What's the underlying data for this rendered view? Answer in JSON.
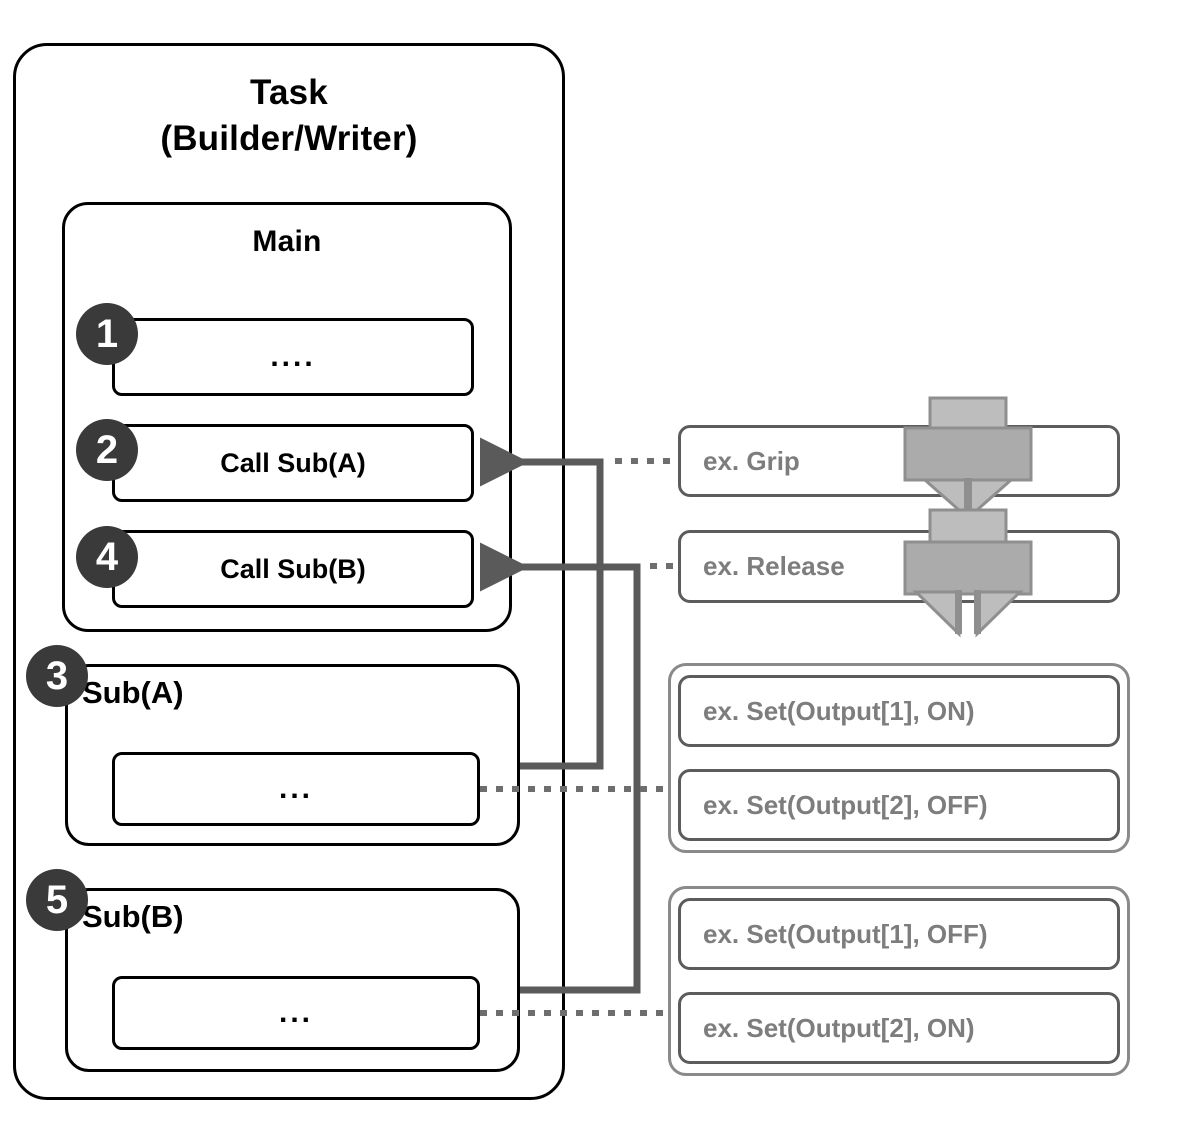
{
  "task": {
    "title_line1": "Task",
    "title_line2": "(Builder/Writer)"
  },
  "main": {
    "title": "Main",
    "steps": [
      {
        "badge": "1",
        "label": "...."
      },
      {
        "badge": "2",
        "label": "Call Sub(A)"
      },
      {
        "badge": "4",
        "label": "Call Sub(B)"
      }
    ]
  },
  "subs": [
    {
      "badge": "3",
      "title": "Sub(A)",
      "body": "..."
    },
    {
      "badge": "5",
      "title": "Sub(B)",
      "body": "..."
    }
  ],
  "examples": {
    "grip": {
      "label": "ex. Grip",
      "icon": "gripper-closed-icon"
    },
    "release": {
      "label": "ex. Release",
      "icon": "gripper-open-icon"
    },
    "group_a": [
      "ex. Set(Output[1], ON)",
      "ex. Set(Output[2], OFF)"
    ],
    "group_b": [
      "ex. Set(Output[1], OFF)",
      "ex. Set(Output[2], ON)"
    ]
  },
  "colors": {
    "outline": "#000000",
    "badge_fill": "#3a3a3a",
    "badge_text": "#ffffff",
    "example_text": "#7d7d7d",
    "example_outline": "#5c5c5c",
    "group_outline": "#8a8a8a",
    "connector": "#5a5a5a",
    "icon_light": "#b8b8b8",
    "icon_dark": "#9a9a9a"
  }
}
